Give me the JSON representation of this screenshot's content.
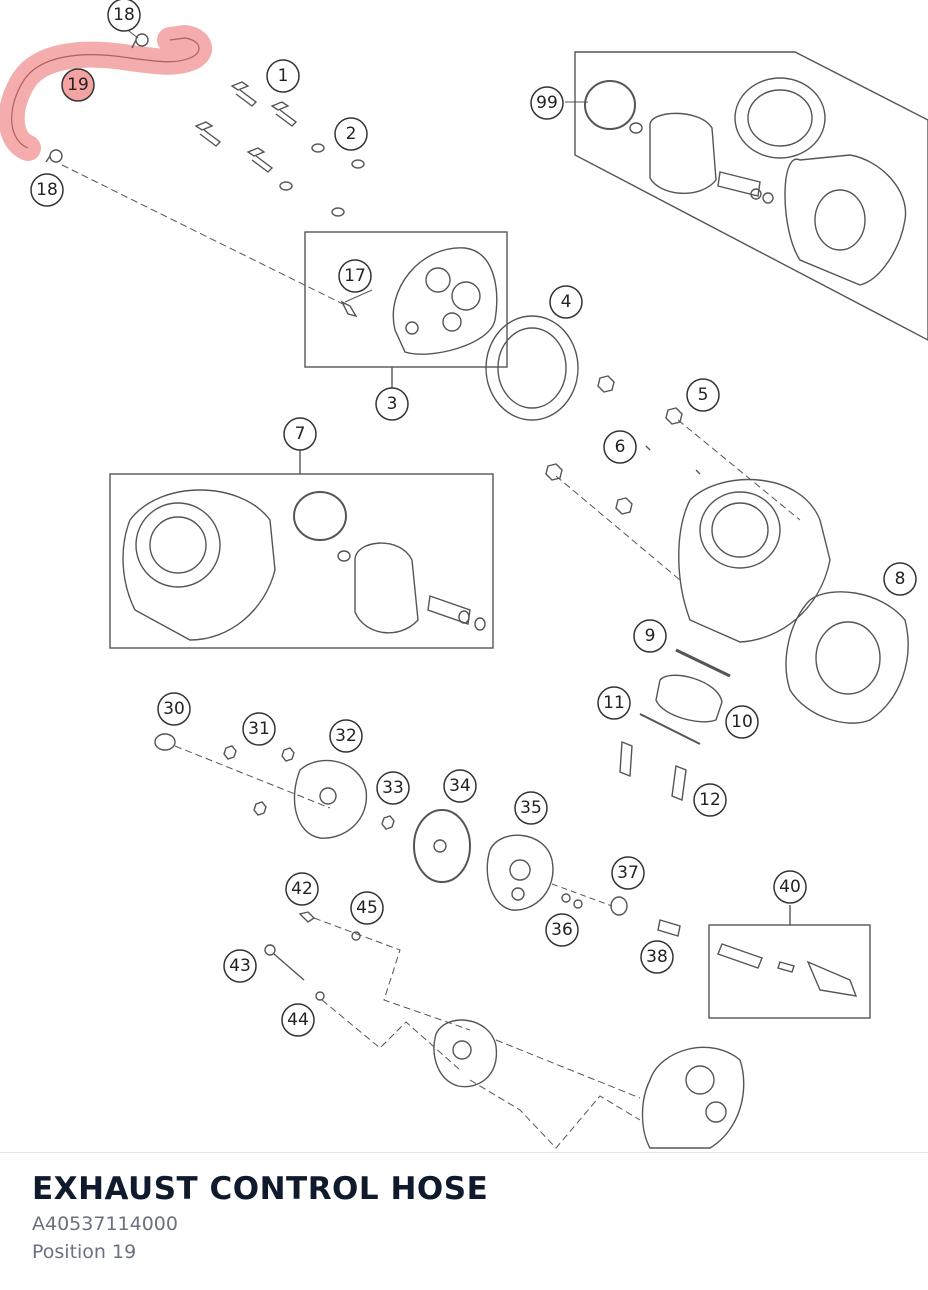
{
  "callouts": {
    "c18a": "18",
    "c19": "19",
    "c18b": "18",
    "c1": "1",
    "c2": "2",
    "c99": "99",
    "c17": "17",
    "c3": "3",
    "c4": "4",
    "c5": "5",
    "c6": "6",
    "c7": "7",
    "c8": "8",
    "c9": "9",
    "c10": "10",
    "c11": "11",
    "c12": "12",
    "c30": "30",
    "c31": "31",
    "c32": "32",
    "c33": "33",
    "c34": "34",
    "c35": "35",
    "c36": "36",
    "c37": "37",
    "c38": "38",
    "c40": "40",
    "c42": "42",
    "c43": "43",
    "c44": "44",
    "c45": "45"
  },
  "part": {
    "title": "EXHAUST CONTROL HOSE",
    "number": "A40537114000",
    "position": "Position 19"
  },
  "colors": {
    "highlight": "#f4a3a3",
    "line": "#555555",
    "text_dark": "#0f1b2d",
    "text_muted": "#6a7180"
  }
}
